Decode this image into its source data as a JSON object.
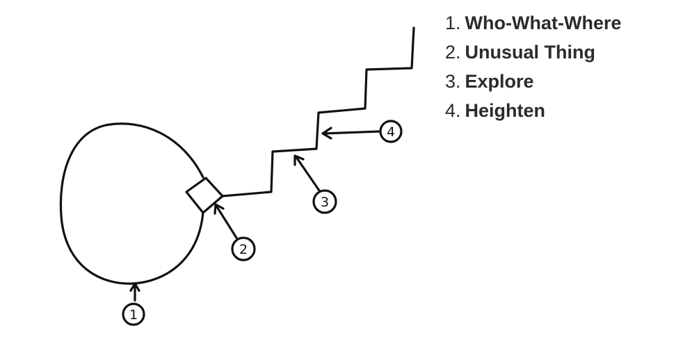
{
  "legend": [
    {
      "number": "1.",
      "label": "Who-What-Where"
    },
    {
      "number": "2.",
      "label": "Unusual Thing"
    },
    {
      "number": "3.",
      "label": "Explore"
    },
    {
      "number": "4.",
      "label": "Heighten"
    }
  ],
  "callouts": [
    "1",
    "2",
    "3",
    "4"
  ]
}
